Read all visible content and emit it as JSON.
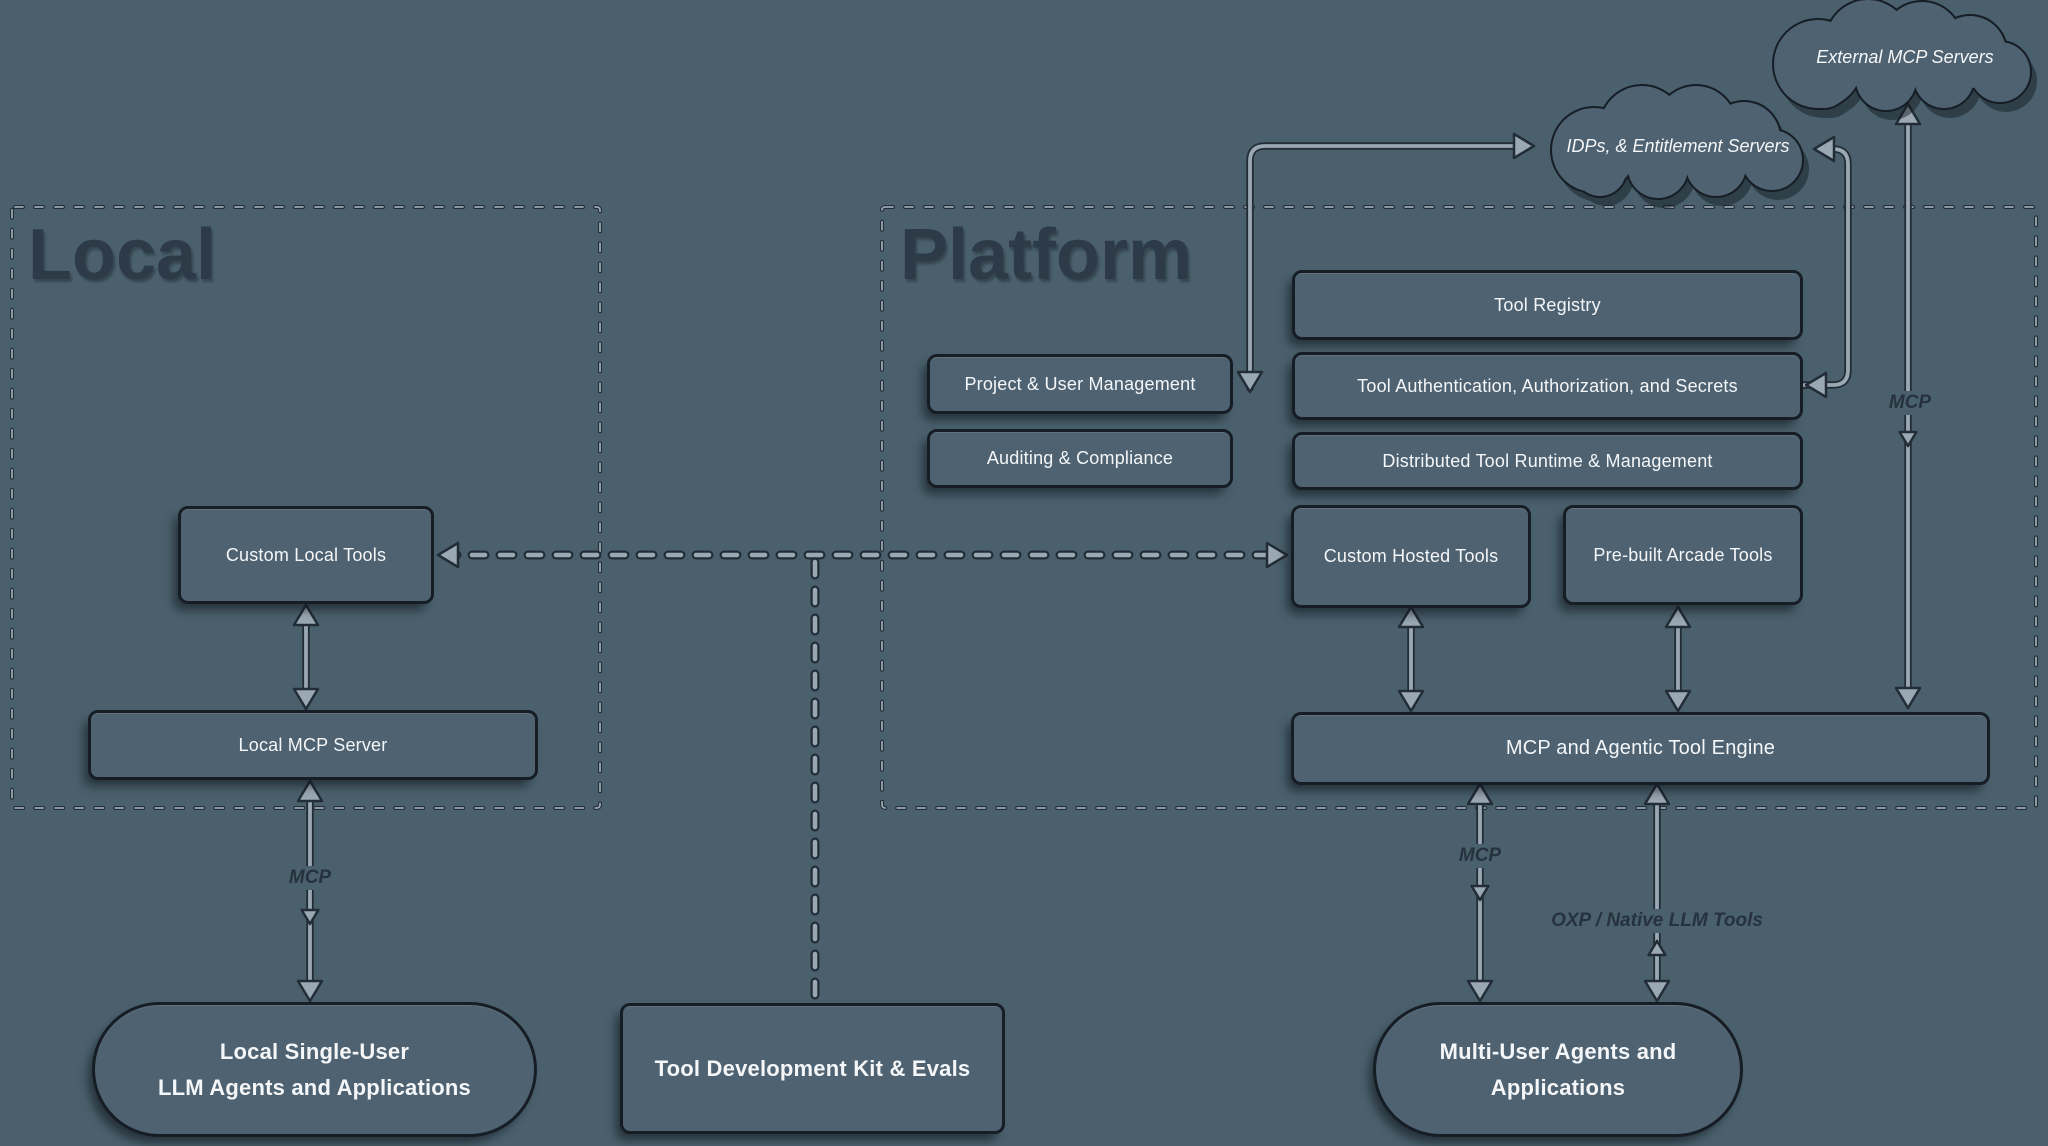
{
  "colors": {
    "background": "#4a616d",
    "node_fill": "#4e6271",
    "node_border": "#161d25",
    "node_text": "#f4f6f8",
    "container_title": "#2d3b48",
    "connector_light": "#9aa8b3",
    "connector_dark": "#232d37",
    "edge_label_text": "#26323d"
  },
  "containers": {
    "local": {
      "title": "Local"
    },
    "platform": {
      "title": "Platform"
    }
  },
  "clouds": {
    "external_mcp": {
      "label": "External MCP Servers"
    },
    "idps": {
      "line1": "IDPs, & Entitlement",
      "line2": "Servers"
    }
  },
  "nodes": {
    "custom_local_tools": "Custom Local Tools",
    "local_mcp_server": "Local MCP Server",
    "local_agents_line1": "Local Single-User",
    "local_agents_line2": "LLM Agents and Applications",
    "tool_dev_kit": "Tool Development Kit & Evals",
    "project_user_mgmt": "Project & User Management",
    "auditing_compliance": "Auditing & Compliance",
    "tool_registry": "Tool Registry",
    "tool_auth": "Tool Authentication, Authorization, and Secrets",
    "distributed_runtime": "Distributed Tool Runtime & Management",
    "custom_hosted_tools": "Custom Hosted Tools",
    "prebuilt_arcade_tools": "Pre-built Arcade Tools",
    "tool_engine": "MCP and Agentic Tool Engine",
    "multi_user_line1": "Multi-User Agents and",
    "multi_user_line2": "Applications"
  },
  "edge_labels": {
    "local_mcp": "MCP",
    "engine_mcp": "MCP",
    "external_mcp": "MCP",
    "oxp_native": "OXP / Native LLM Tools"
  }
}
